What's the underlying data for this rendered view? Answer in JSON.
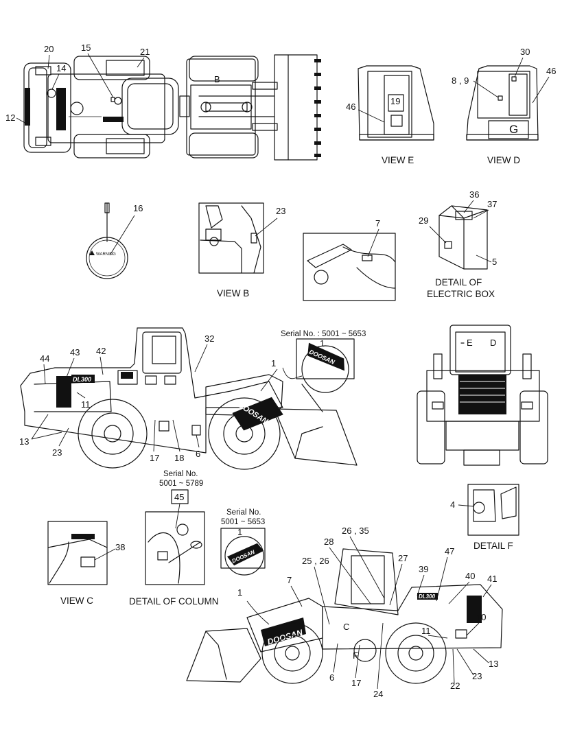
{
  "brand": "DOOSAN",
  "model": "DL300",
  "views": {
    "e": "VIEW E",
    "d": "VIEW D",
    "b": "VIEW B",
    "c": "VIEW C",
    "f": "DETAIL F",
    "box1": "DETAIL OF",
    "box2": "ELECTRIC BOX",
    "column": "DETAIL OF COLUMN"
  },
  "serials": {
    "s1": "Serial No.  : 5001 ~ 5653",
    "s2a": "Serial No.",
    "s2b": "5001 ~ 5789",
    "s3a": "Serial No.",
    "s3b": "5001 ~ 5653"
  },
  "view_letters": {
    "b": "B",
    "c": "C",
    "d": "D",
    "e": "E",
    "f": "F",
    "g": "G"
  },
  "warning_text": "WARNING",
  "labels": {
    "top": [
      "20",
      "14",
      "15",
      "21",
      "12"
    ],
    "viewE": [
      "46",
      "19"
    ],
    "viewD": [
      "30",
      "8 , 9",
      "46"
    ],
    "mid": [
      "16",
      "23",
      "7",
      "36",
      "37",
      "29",
      "5"
    ],
    "side": [
      "32",
      "44",
      "43",
      "42",
      "11",
      "13",
      "23",
      "17",
      "18",
      "6",
      "1",
      "1"
    ],
    "right": [
      "4"
    ],
    "bottom": [
      "45",
      "1",
      "38",
      "1",
      "7",
      "28",
      "26 , 35",
      "25 , 26",
      "27",
      "39",
      "47",
      "40",
      "41",
      "10",
      "11",
      "13",
      "23",
      "22",
      "24",
      "17",
      "6"
    ]
  }
}
